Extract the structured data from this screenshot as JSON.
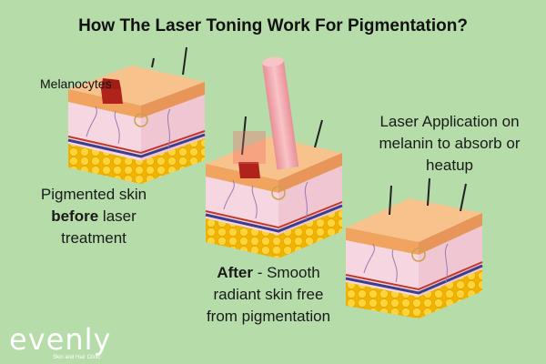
{
  "title": "How The Laser Toning Work For Pigmentation?",
  "labels": {
    "melanocytes": "Melanocytes"
  },
  "captions": {
    "before_line1": "Pigmented skin",
    "before_bold": "before",
    "before_rest": " laser",
    "before_line3": "treatment",
    "laser_line1": "Laser Application on",
    "laser_line2": "melanin to absorb or",
    "laser_line3": "heatup",
    "after_bold": "After",
    "after_rest": " - Smooth",
    "after_line2": "radiant skin free",
    "after_line3": "from pigmentation"
  },
  "logo": {
    "name": "evenly",
    "tagline": "Skin and Hair Clinic"
  },
  "colors": {
    "background": "#b5dca9",
    "epidermis": "#f2b27a",
    "dermis": "#f4d3de",
    "fat": "#f5c21a",
    "pigment": "#b0221c",
    "laser": "#f2a3a8"
  }
}
